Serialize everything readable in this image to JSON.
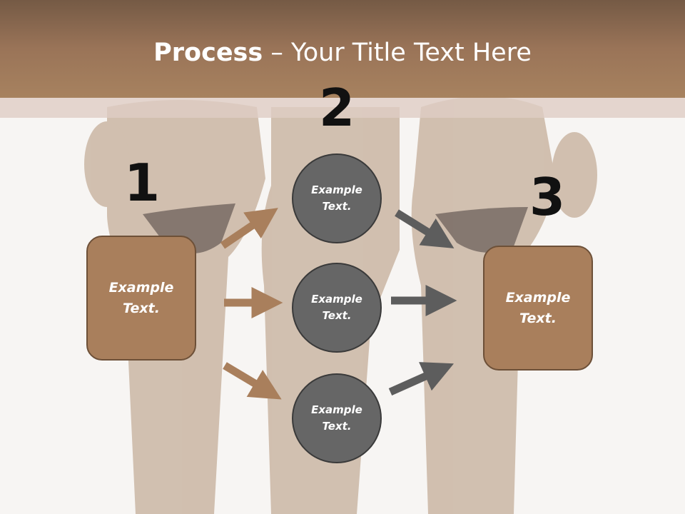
{
  "title": {
    "bold": "Process",
    "rest": " – Your Title Text Here"
  },
  "steps": [
    {
      "number": "1",
      "text": "Example Text."
    },
    {
      "number": "2"
    },
    {
      "number": "3",
      "text": "Example Text."
    }
  ],
  "circles": [
    {
      "text": "Example Text."
    },
    {
      "text": "Example Text."
    },
    {
      "text": "Example Text."
    }
  ],
  "colors": {
    "header": "#9a7458",
    "box_fill": "#a97f5c",
    "circle_fill": "#666666",
    "left_arrows": "#a97f5c",
    "right_arrows": "#5d5d5d"
  }
}
